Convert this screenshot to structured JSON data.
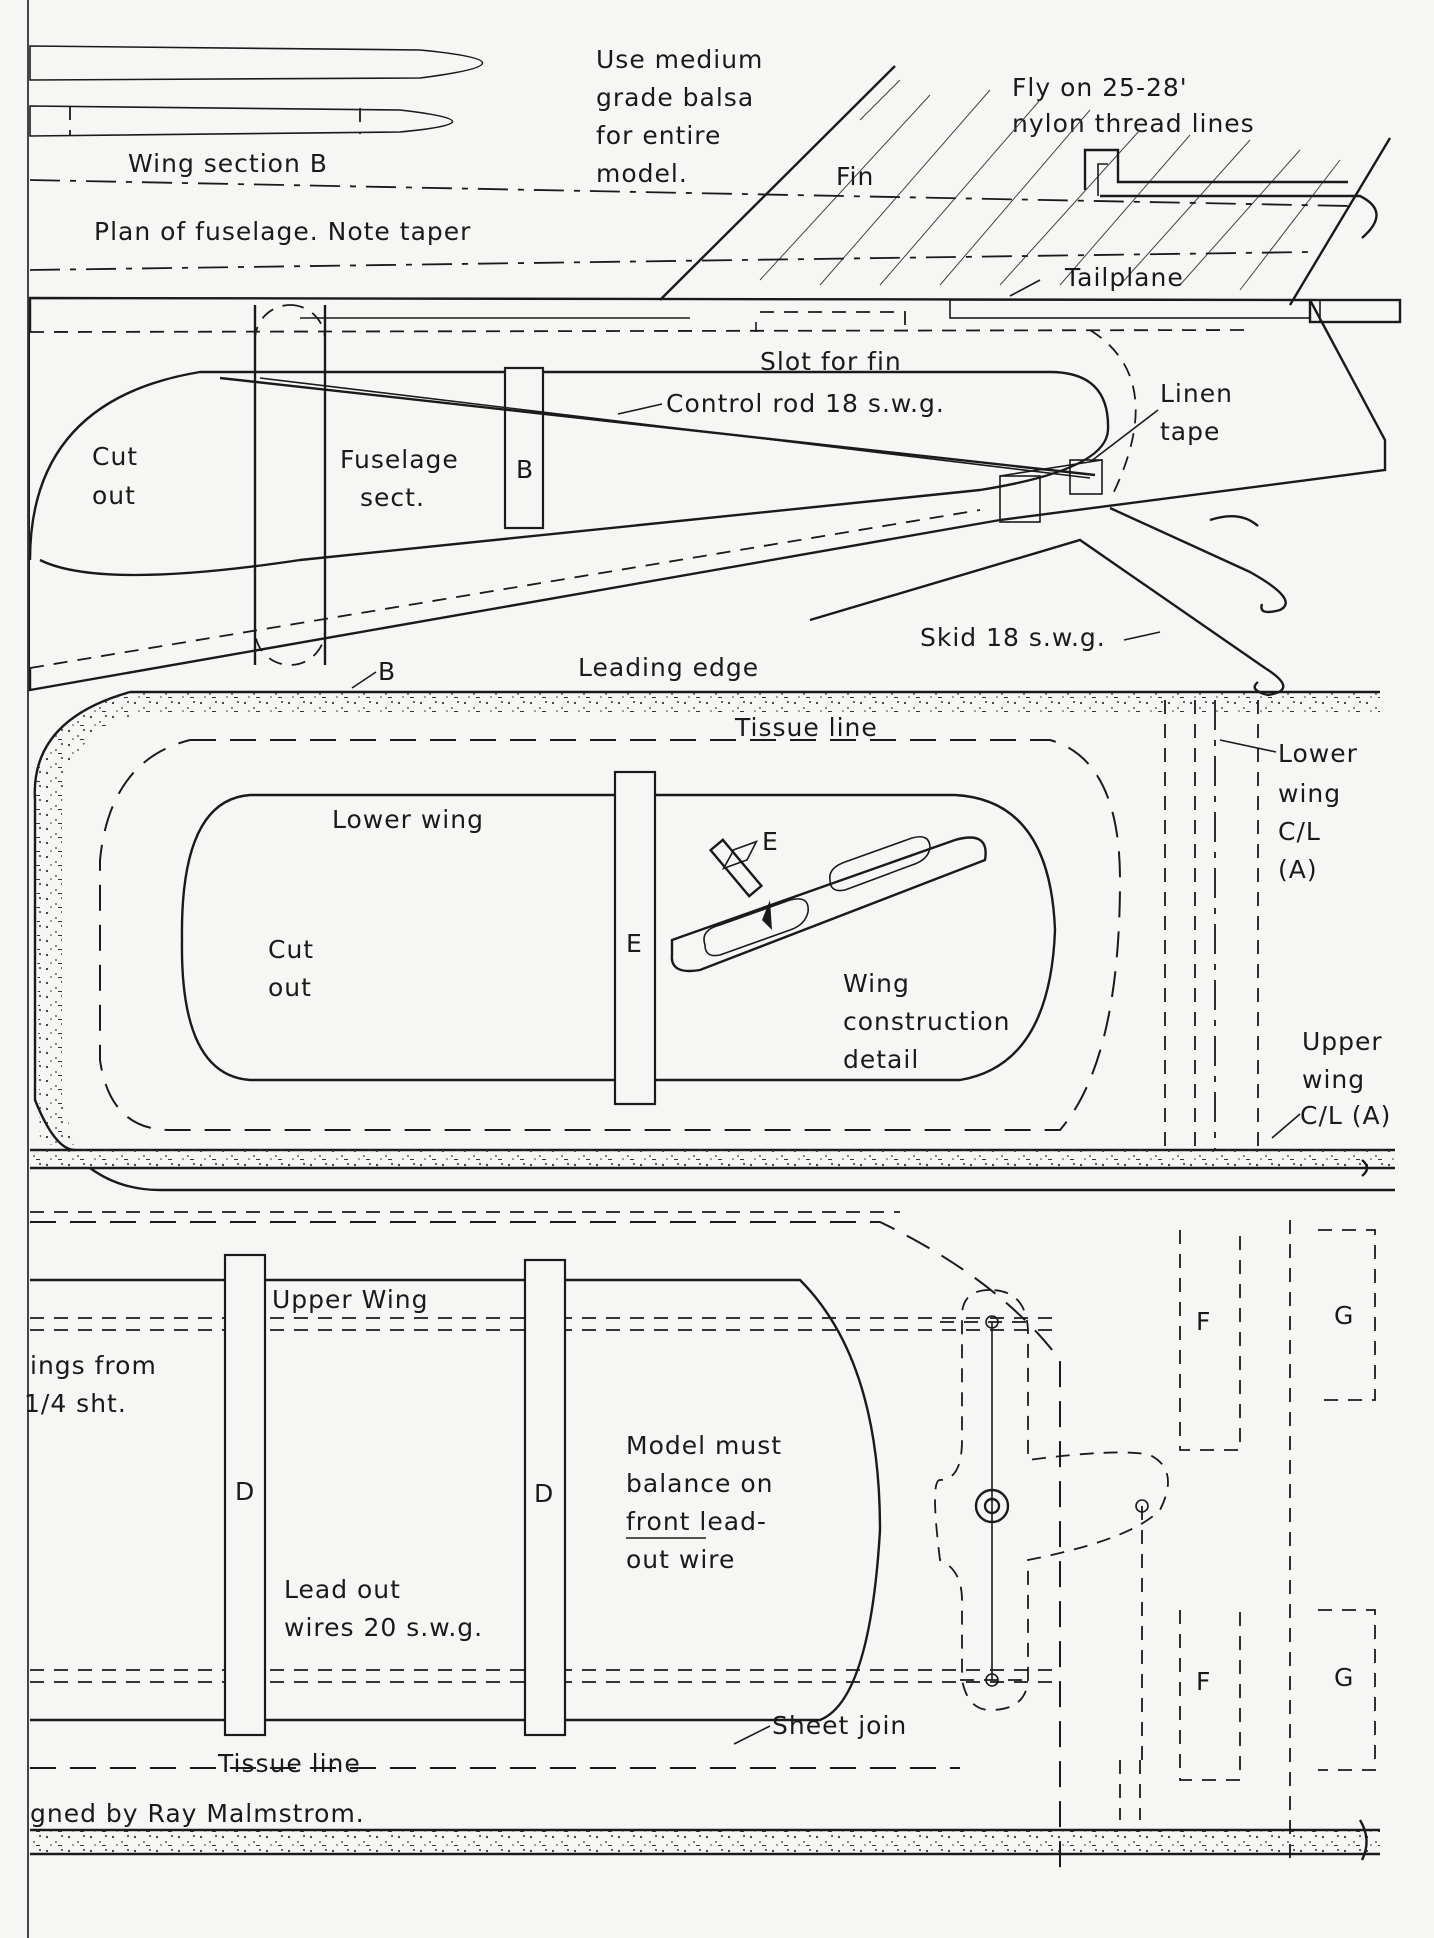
{
  "labels": {
    "wing_section_b": "Wing section B",
    "use_medium": "Use medium",
    "grade_balsa": "grade balsa",
    "for_entire": "for entire",
    "model": "model.",
    "fin": "Fin",
    "fly_on": "Fly on 25-28'",
    "nylon_lines": "nylon thread lines",
    "plan_of_fuselage": "Plan of fuselage.  Note taper",
    "tailplane": "Tailplane",
    "slot_for_fin": "Slot for fin",
    "control_rod": "Control rod 18 s.w.g.",
    "linen": "Linen",
    "tape": "tape",
    "cut": "Cut",
    "out": "out",
    "fuselage": "Fuselage",
    "sect": "sect.",
    "b": "B",
    "skid": "Skid 18 s.w.g.",
    "leading_edge": "Leading edge",
    "tissue_line": "Tissue line",
    "lower": "Lower",
    "wing": "wing",
    "cl": "C/L",
    "a": "(A)",
    "lower_wing": "Lower wing",
    "e": "E",
    "wing_word": "Wing",
    "construction": "construction",
    "detail": "detail",
    "upper": "Upper",
    "upper_cl_a": "C/L (A)",
    "upper_wing": "Upper    Wing",
    "ings_from": "ings from",
    "quarter_sht": "1/4 sht.",
    "d": "D",
    "model_must": "Model must",
    "balance_on": "balance on",
    "front_lead": "front  lead-",
    "out_wire": "out wire",
    "lead_out": "Lead out",
    "wires_20": "wires 20 s.w.g.",
    "f": "F",
    "g": "G",
    "sheet_join": "Sheet join",
    "tissue_line_bottom": "Tissue line",
    "designed_by": "gned by Ray Malmstrom."
  },
  "colors": {
    "paper": "#f6f6f4",
    "ink": "#1a1a1a"
  }
}
